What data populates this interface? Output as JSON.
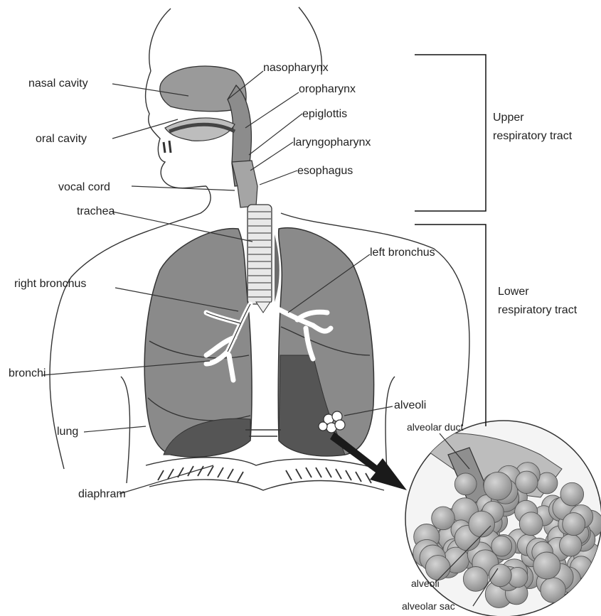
{
  "labels": {
    "nasal_cavity": "nasal cavity",
    "oral_cavity": "oral cavity",
    "vocal_cord": "vocal cord",
    "trachea": "trachea",
    "right_bronchus": "right bronchus",
    "bronchi": "bronchi",
    "lung": "lung",
    "diaphram": "diaphram",
    "nasopharynx": "nasopharynx",
    "oropharynx": "oropharynx",
    "epiglottis": "epiglottis",
    "laryngopharynx": "laryngopharynx",
    "esophagus": "esophagus",
    "left_bronchus": "left bronchus",
    "alveoli": "alveoli",
    "alveolar_duct": "alveolar duct",
    "alveoli_inset": "alveoli",
    "alveolar_sac": "alveolar sac"
  },
  "regions": {
    "upper_line1": "Upper",
    "upper_line2": "respiratory tract",
    "lower_line1": "Lower",
    "lower_line2": "respiratory tract"
  }
}
